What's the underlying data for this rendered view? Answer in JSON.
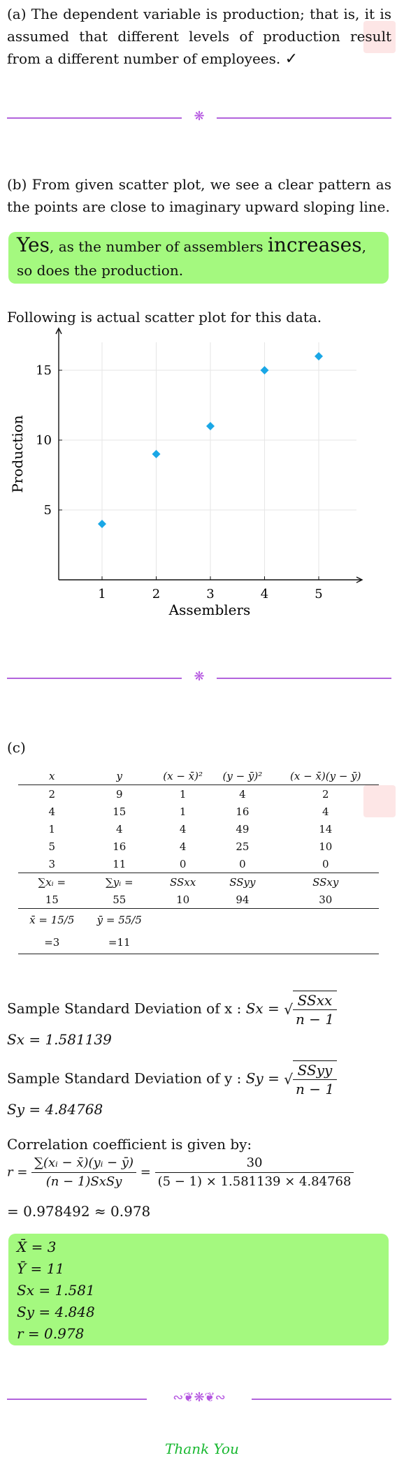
{
  "part_a": {
    "text": "(a) The dependent variable is production; that is, it is assumed that different levels of production result from a different number of employees.",
    "check": "✓"
  },
  "part_b": {
    "text": "(b) From given scatter plot, we see a clear pattern as the points are close to imaginary upward sloping line.",
    "highlight_yes": "Yes",
    "highlight_mid": ", as the number of assemblers",
    "highlight_increases": "increases",
    "highlight_end": ", so does the production.",
    "plot_intro": "Following is actual scatter plot for this data."
  },
  "chart_data": {
    "type": "scatter",
    "x": [
      1,
      2,
      3,
      4,
      5
    ],
    "y": [
      4,
      9,
      11,
      15,
      16
    ],
    "xlabel": "Assemblers",
    "ylabel": "Production",
    "xticks": [
      1,
      2,
      3,
      4,
      5
    ],
    "yticks": [
      5,
      10,
      15
    ],
    "xlim": [
      0.2,
      5.8
    ],
    "ylim": [
      0,
      18
    ],
    "grid": true,
    "marker_color": "#1aa7e6"
  },
  "part_c": {
    "label": "(c)",
    "headers": [
      "x",
      "y",
      "(x − x̄)²",
      "(y − ȳ)²",
      "(x − x̄)(y − ȳ)"
    ],
    "rows": [
      [
        "2",
        "9",
        "1",
        "4",
        "2"
      ],
      [
        "4",
        "15",
        "1",
        "16",
        "4"
      ],
      [
        "1",
        "4",
        "4",
        "49",
        "14"
      ],
      [
        "5",
        "16",
        "4",
        "25",
        "10"
      ],
      [
        "3",
        "11",
        "0",
        "0",
        "0"
      ]
    ],
    "sum_labels": [
      "∑xᵢ =",
      "∑yᵢ =",
      "SSxx",
      "SSyy",
      "SSxy"
    ],
    "sums": [
      "15",
      "55",
      "10",
      "94",
      "30"
    ],
    "mean_labels": [
      "x̄ = 15/5",
      "ȳ = 55/5"
    ],
    "means": [
      "=3",
      "=11"
    ]
  },
  "stats": {
    "sx_intro": "Sample Standard Deviation of x :",
    "sx_formula_lhs": "Sx =",
    "sx_num": "SSxx",
    "sx_den": "n − 1",
    "sx_value": "Sx = 1.581139",
    "sy_intro": "Sample Standard Deviation of y :",
    "sy_formula_lhs": "Sy =",
    "sy_num": "SSyy",
    "sy_den": "n − 1",
    "sy_value": "Sy = 4.84768",
    "corr_intro": "Correlation coefficient is given by:",
    "r_lhs": "r =",
    "r_frac1_num": "∑(xᵢ − x̄)(yᵢ − ȳ)",
    "r_frac1_den": "(n − 1)SxSy",
    "r_eq": "=",
    "r_frac2_num": "30",
    "r_frac2_den": "(5 − 1) × 1.581139 × 4.84768",
    "r_value": "= 0.978492 ≈ 0.978"
  },
  "summary": [
    "X̄ = 3",
    "Ȳ = 11",
    "Sx = 1.581",
    "Sy = 4.848",
    "r = 0.978"
  ],
  "footer": {
    "thank_you": "Thank You"
  },
  "colors": {
    "highlight": "#a4f97f",
    "separator": "#b263dc",
    "thank_you": "#18b830"
  }
}
